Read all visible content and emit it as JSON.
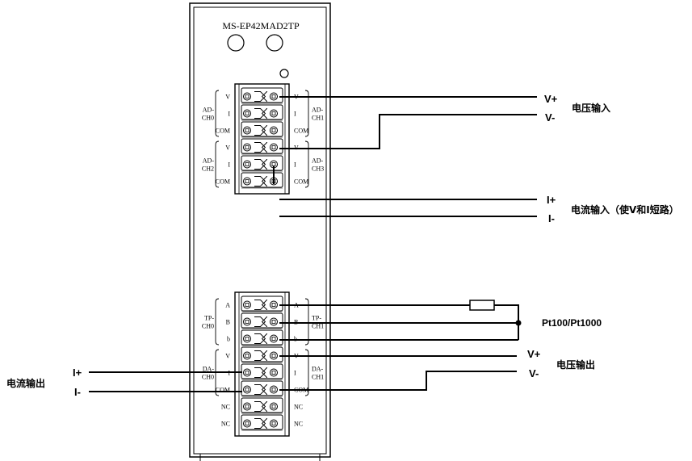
{
  "module": {
    "model": "MS-EP42MAD2TP"
  },
  "upper_block": {
    "left_pins": [
      "V",
      "I",
      "COM",
      "V",
      "I",
      "COM"
    ],
    "left_groups": [
      {
        "line1": "AD-",
        "line2": "CH0"
      },
      {
        "line1": "AD-",
        "line2": "CH2"
      }
    ],
    "right_pins": [
      "V",
      "I",
      "COM",
      "V",
      "I",
      "COM"
    ],
    "right_groups": [
      {
        "line1": "AD-",
        "line2": "CH1"
      },
      {
        "line1": "AD-",
        "line2": "CH3"
      }
    ]
  },
  "lower_block": {
    "left_pins": [
      "A",
      "B",
      "b",
      "V",
      "I",
      "COM",
      "NC",
      "NC"
    ],
    "left_groups": [
      {
        "line1": "TP-",
        "line2": "CH0"
      },
      {
        "line1": "DA-",
        "line2": "CH0"
      }
    ],
    "right_pins": [
      "A",
      "B",
      "b",
      "V",
      "I",
      "COM",
      "NC",
      "NC"
    ],
    "right_groups": [
      {
        "line1": "TP-",
        "line2": "CH1"
      },
      {
        "line1": "DA-",
        "line2": "CH1"
      }
    ]
  },
  "annotations": {
    "voltage_input": {
      "plus": "V+",
      "minus": "V-",
      "label": "电压输入"
    },
    "current_input": {
      "plus": "I+",
      "minus": "I-",
      "label": "电流输入（使V和I短路）"
    },
    "rtd": {
      "label": "Pt100/Pt1000"
    },
    "voltage_output": {
      "plus": "V+",
      "minus": "V-",
      "label": "电压输出"
    },
    "current_output": {
      "plus": "I+",
      "minus": "I-",
      "label": "电流输出"
    }
  }
}
